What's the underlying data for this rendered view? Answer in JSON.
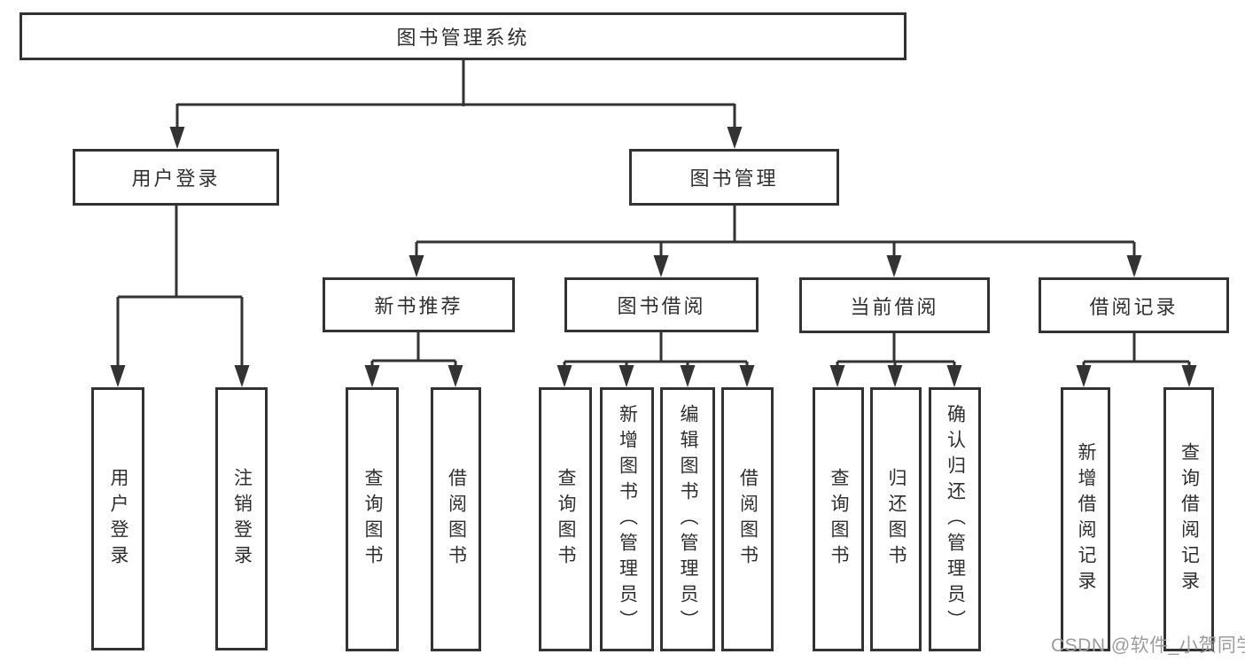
{
  "tree": {
    "root": "图书管理系统",
    "children": [
      {
        "label": "用户登录",
        "children": [
          "用户登录",
          "注销登录"
        ]
      },
      {
        "label": "图书管理",
        "children": [
          {
            "label": "新书推荐",
            "children": [
              "查询图书",
              "借阅图书"
            ]
          },
          {
            "label": "图书借阅",
            "children": [
              "查询图书",
              "新增图书（管理员）",
              "编辑图书（管理员）",
              "借阅图书"
            ]
          },
          {
            "label": "当前借阅",
            "children": [
              "查询图书",
              "归还图书",
              "确认归还（管理员）"
            ]
          },
          {
            "label": "借阅记录",
            "children": [
              "新增借阅记录",
              "查询借阅记录"
            ]
          }
        ]
      }
    ]
  },
  "watermark": "CSDN @软件_小贺同学",
  "colors": {
    "line": "#333333",
    "text": "#2f2f2f",
    "background": "#ffffff",
    "watermark": "#9c9c9c"
  }
}
